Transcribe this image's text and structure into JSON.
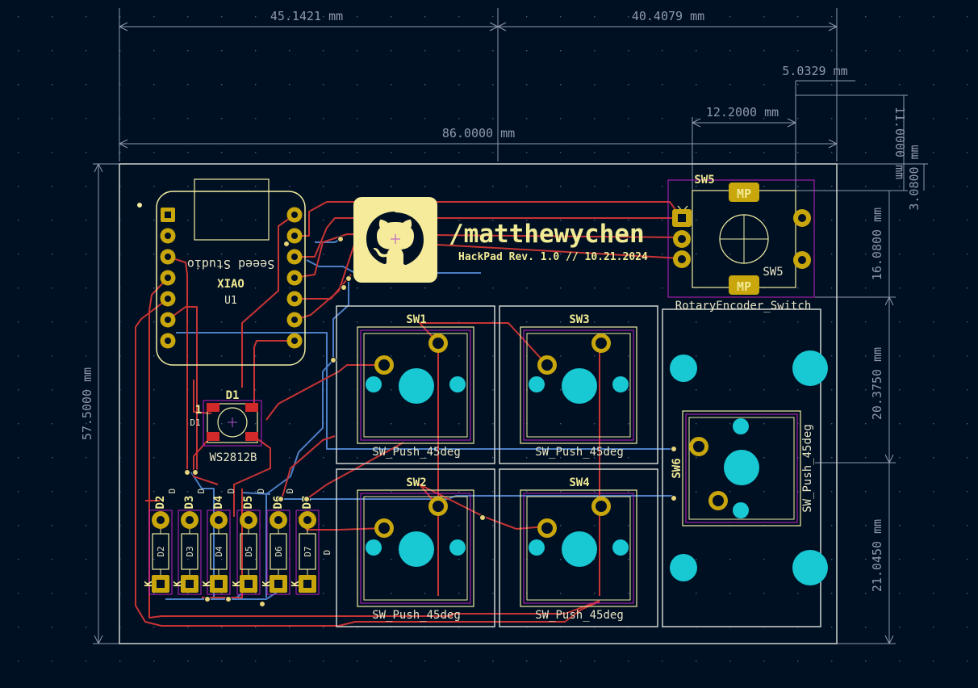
{
  "dimensions": {
    "d1": "45.1421 mm",
    "d2": "40.4079 mm",
    "d3": "5.0329 mm",
    "d4": "12.2000 mm",
    "d5": "86.0000 mm",
    "d6": "11.0000 mm",
    "d7": "3.0800 mm",
    "d8": "16.0800 mm",
    "d9": "20.3750 mm",
    "d10": "21.0450 mm",
    "d11": "57.5000 mm"
  },
  "logo": {
    "handle": "/matthewychen",
    "rev": "HackPad Rev. 1.0 // 10.21.2024"
  },
  "mcu": {
    "brand": "Seeed Studio",
    "model": "XIAO",
    "ref": "U1"
  },
  "led": {
    "ref": "D1",
    "ref_small": "D1",
    "pin1": "1",
    "part": "WS2812B"
  },
  "switches": [
    {
      "ref": "SW1",
      "footprint": "SW_Push_45deg"
    },
    {
      "ref": "SW3",
      "footprint": "SW_Push_45deg"
    },
    {
      "ref": "SW2",
      "footprint": "SW_Push_45deg"
    },
    {
      "ref": "SW4",
      "footprint": "SW_Push_45deg"
    }
  ],
  "sw6": {
    "ref": "SW6",
    "footprint": "SW_Push_45deg"
  },
  "encoder": {
    "ref": "SW5",
    "ref2": "SW5",
    "mp": "MP",
    "footprint": "RotaryEncoder_Switch"
  },
  "diodes": [
    {
      "ref": "D2",
      "body": "D2"
    },
    {
      "ref": "D3",
      "body": "D3"
    },
    {
      "ref": "D4",
      "body": "D4"
    },
    {
      "ref": "D5",
      "body": "D5"
    },
    {
      "ref": "D6",
      "body": "D6"
    },
    {
      "ref": "D7",
      "body": "D7"
    }
  ],
  "diode_marks": {
    "k": "K",
    "d": "D"
  },
  "colors": {
    "background": "#001023",
    "front_copper": "#c83434",
    "back_copper": "#4d7fc4",
    "silkscreen": "#f2eda1",
    "edge_cuts": "#d0d2cd",
    "courtyard": "#c020c0",
    "pad": "#c8a60c",
    "hole": "#18c8d3",
    "dimension": "#8f97ad"
  }
}
